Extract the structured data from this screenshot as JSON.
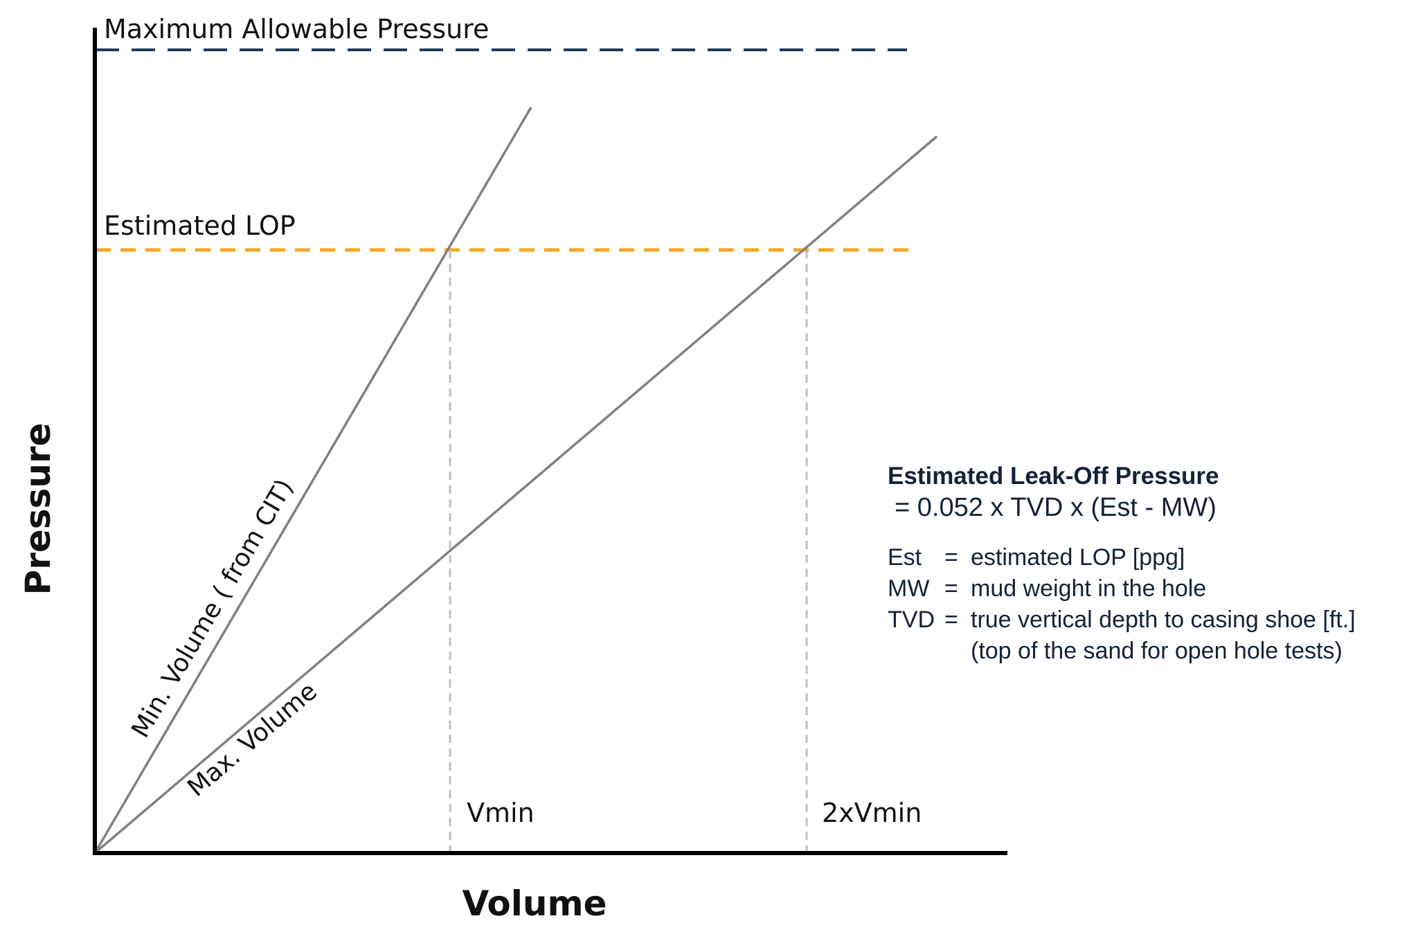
{
  "axes": {
    "x_title": "Volume",
    "y_title": "Pressure"
  },
  "reference_lines": {
    "max_allowable": {
      "label": "Maximum Allowable Pressure",
      "color": "#1f3a5f"
    },
    "estimated_lop": {
      "label": "Estimated LOP",
      "color": "#f5a623"
    }
  },
  "curves": {
    "min_volume": {
      "label": "Min. Volume ( from CIT)",
      "color": "#808080"
    },
    "max_volume": {
      "label": "Max. Volume",
      "color": "#808080"
    }
  },
  "markers": {
    "vmin": "Vmin",
    "two_vmin": "2xVmin"
  },
  "formula": {
    "title": "Estimated Leak-Off Pressure",
    "equation": "= 0.052 x TVD x (Est - MW)",
    "definitions": [
      {
        "key": "Est",
        "eq": "=",
        "value": "estimated LOP [ppg]"
      },
      {
        "key": "MW",
        "eq": "=",
        "value": "mud weight in the hole"
      },
      {
        "key": "TVD",
        "eq": "=",
        "value": "true vertical depth to casing shoe [ft.]"
      },
      {
        "key": "",
        "eq": "",
        "value": "(top of the sand for open hole tests)"
      }
    ]
  }
}
